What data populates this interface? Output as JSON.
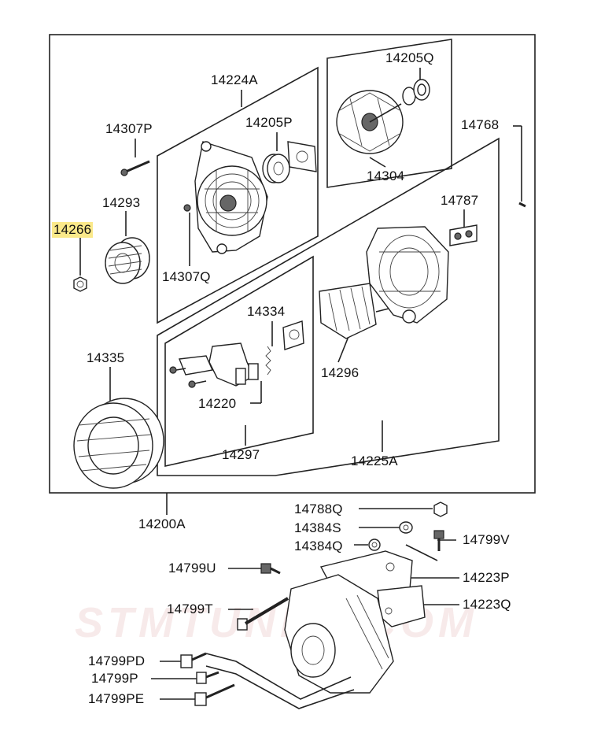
{
  "watermark": "STMTUNED.COM",
  "highlight_color": "#fbe98a",
  "labels": {
    "l14205Q": "14205Q",
    "l14224A": "14224A",
    "l14307P": "14307P",
    "l14205P": "14205P",
    "l14768": "14768",
    "l14293": "14293",
    "l14304": "14304",
    "l14266": "14266",
    "l14787": "14787",
    "l14307Q": "14307Q",
    "l14334": "14334",
    "l14335": "14335",
    "l14296": "14296",
    "l14220": "14220",
    "l14297": "14297",
    "l14225A": "14225A",
    "l14200A": "14200A",
    "l14788Q": "14788Q",
    "l14384S": "14384S",
    "l14799V": "14799V",
    "l14384Q": "14384Q",
    "l14799U": "14799U",
    "l14223P": "14223P",
    "l14799T": "14799T",
    "l14223Q": "14223Q",
    "l14799PD": "14799PD",
    "l14799P": "14799P",
    "l14799PE": "14799PE"
  }
}
